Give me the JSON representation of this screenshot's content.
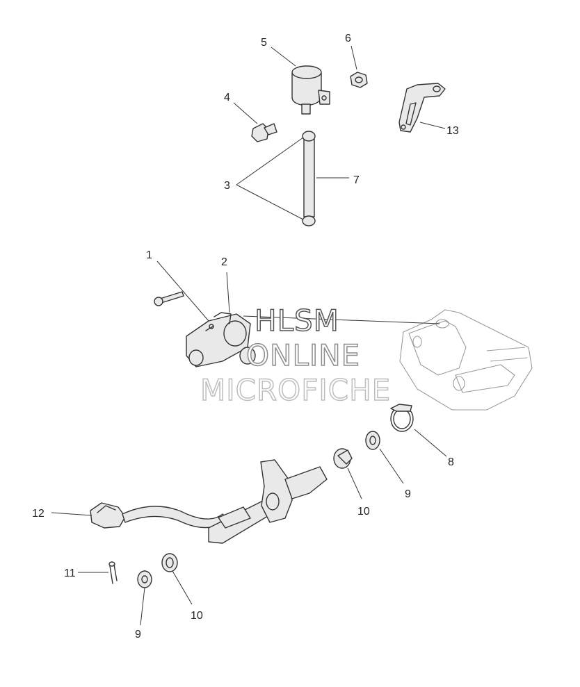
{
  "watermark": {
    "line1": "HLSM",
    "line2": "ONLINE",
    "line3": "MICROFICHE"
  },
  "callouts": [
    {
      "id": "c1",
      "text": "1"
    },
    {
      "id": "c2",
      "text": "2"
    },
    {
      "id": "c3",
      "text": "3"
    },
    {
      "id": "c4",
      "text": "4"
    },
    {
      "id": "c5",
      "text": "5"
    },
    {
      "id": "c6",
      "text": "6"
    },
    {
      "id": "c7",
      "text": "7"
    },
    {
      "id": "c8",
      "text": "8"
    },
    {
      "id": "c9a",
      "text": "9"
    },
    {
      "id": "c9b",
      "text": "9"
    },
    {
      "id": "c10a",
      "text": "10"
    },
    {
      "id": "c10b",
      "text": "10"
    },
    {
      "id": "c11",
      "text": "11"
    },
    {
      "id": "c12",
      "text": "12"
    },
    {
      "id": "c13",
      "text": "13"
    }
  ]
}
